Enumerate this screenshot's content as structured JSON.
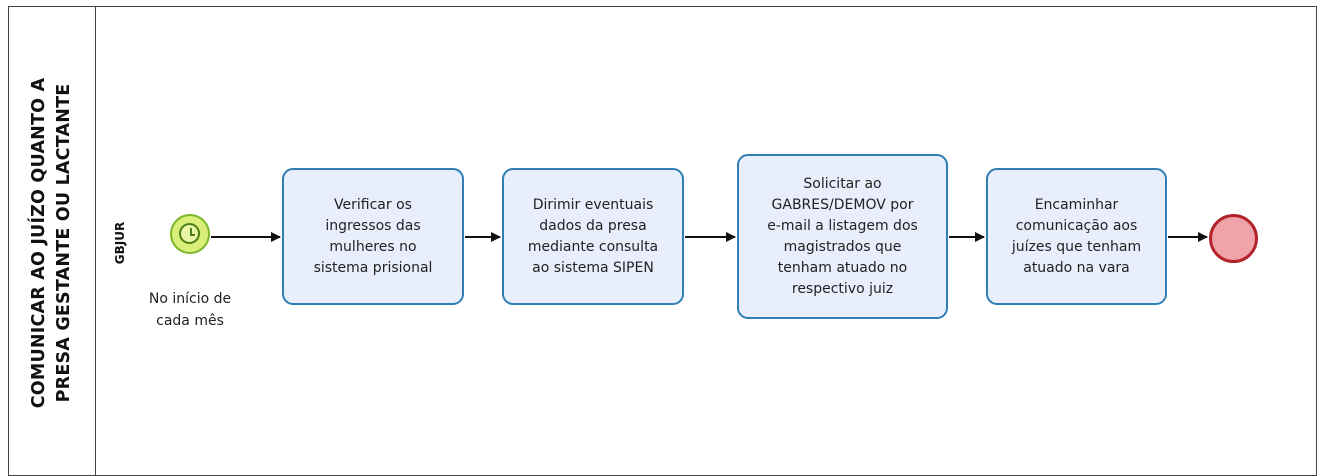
{
  "pool": {
    "title_lines": [
      "COMUNICAR AO JUÍZO QUANTO A",
      "PRESA GESTANTE OU LACTANTE"
    ]
  },
  "lane": {
    "title": "GBJUR"
  },
  "start_event": {
    "icon": "timer-clock-icon",
    "label": "No início de\ncada mês",
    "fill": "#d9ef7a",
    "stroke": "#7cb528"
  },
  "tasks": [
    {
      "label": "Verificar os\ningressos das\nmulheres no\nsistema prisional"
    },
    {
      "label": "Dirimir eventuais\ndados da presa\nmediante consulta\nao sistema SIPEN"
    },
    {
      "label": "Solicitar ao\nGABRES/DEMOV por\ne-mail a listagem dos\nmagistrados que\ntenham atuado no\nrespectivo juiz"
    },
    {
      "label": "Encaminhar\ncomunicação aos\njuízes que tenham\natuado na vara"
    }
  ],
  "end_event": {
    "fill": "#f0a3a8",
    "stroke": "#b3232b"
  },
  "colors": {
    "task_fill": "#e8eefb",
    "task_stroke": "#2f7fb5",
    "flow": "#111111"
  }
}
